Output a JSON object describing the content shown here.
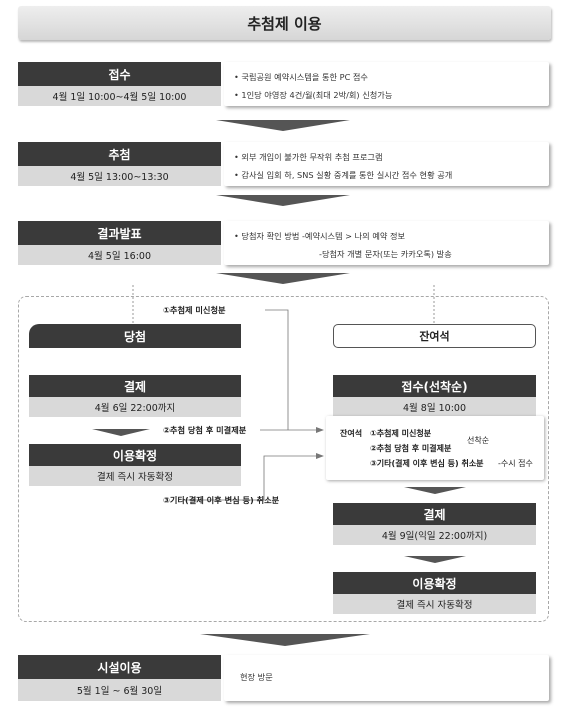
{
  "title": "추첨제 이용",
  "steps": {
    "reception": {
      "header": "접수",
      "sub": "4월 1일 10:00~4월 5일 10:00",
      "items": [
        "• 국립공원 예약시스템을 통한 PC 접수",
        "• 1인당 야영장 4건/월(최대 2박/회) 신청가능"
      ]
    },
    "draw": {
      "header": "추첨",
      "sub": "4월 5일 13:00~13:30",
      "items": [
        "• 외부 개입이 불가한 무작위 추첨 프로그램",
        "• 감사실 입회 하, SNS 실황 중계를 통한 실시간 접수 현황 공개"
      ]
    },
    "result": {
      "header": "결과발표",
      "sub": "4월 5일 16:00",
      "items": [
        "• 당첨자 확인 방법   -예약시스템 > 나의 예약 정보",
        "-당첨자 개별 문자(또는 카카오톡) 발송"
      ]
    }
  },
  "winner": {
    "header": "당첨",
    "payment": {
      "header": "결제",
      "sub": "4월 6일 22:00까지"
    },
    "confirm": {
      "header": "이용확정",
      "sub": "결제 즉시 자동확정"
    }
  },
  "remaining": {
    "header": "잔여석",
    "reception": {
      "header": "접수(선착순)",
      "sub": "4월 8일 10:00"
    },
    "detail": {
      "tag": "잔여석",
      "items": [
        "①추첨제 미신청분",
        "②추첨 당첨 후 미결제분",
        "③기타(결제 이후 변심 등) 취소분"
      ],
      "bracket_label": "선착순",
      "suffix": "-수시 접수"
    },
    "payment": {
      "header": "결제",
      "sub": "4월 9일(익일 22:00까지)"
    },
    "confirm": {
      "header": "이용확정",
      "sub": "결제 즉시 자동확정"
    }
  },
  "flows": {
    "unapplied": "①추첨제 미신청분",
    "unpaid": "②추첨 당첨 후 미결제분",
    "cancelled": "③기타(결제 이후 변심 등) 취소분"
  },
  "facility": {
    "header": "시설이용",
    "sub": "5월 1일 ~ 6월 30일",
    "desc": "현장 방문"
  }
}
